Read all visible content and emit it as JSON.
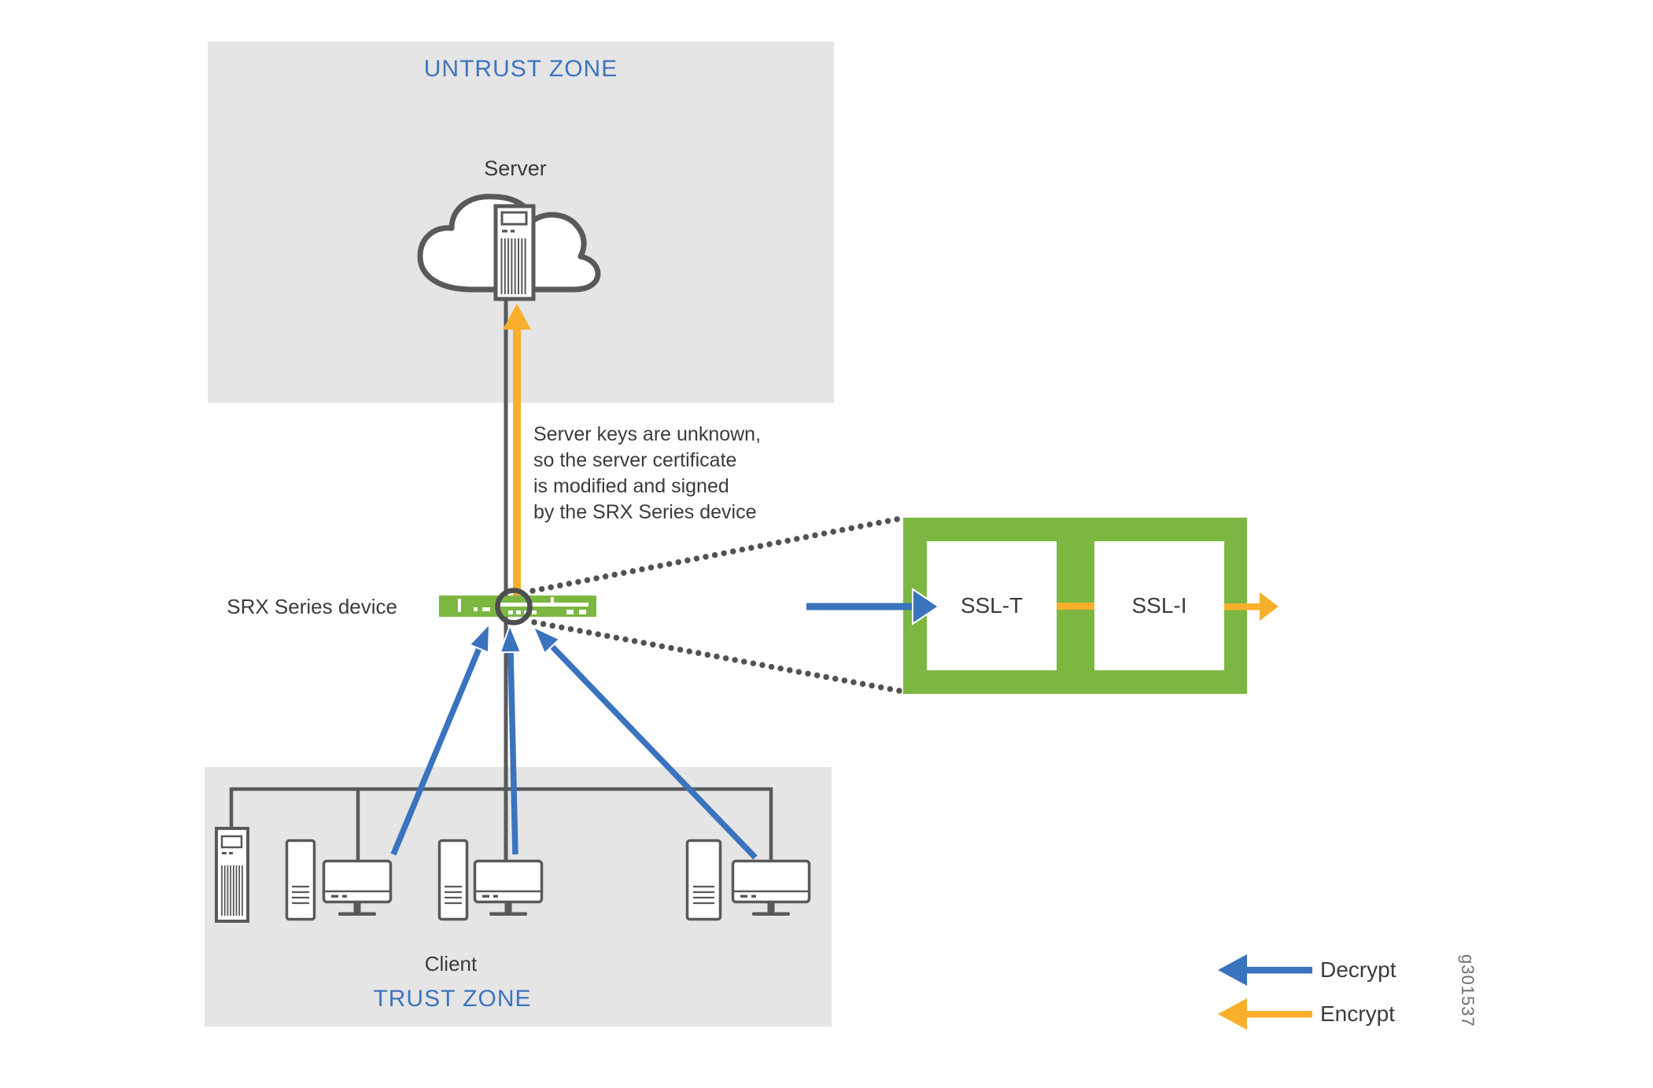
{
  "diagram": {
    "untrust_zone": {
      "label": "UNTRUST ZONE",
      "server_label": "Server"
    },
    "annotation": {
      "text": "Server keys are unknown,\nso the server certificate\nis modified and signed\nby the SRX Series device"
    },
    "srx": {
      "label": "SRX Series device"
    },
    "ssl_pipeline": {
      "stages": [
        {
          "label": "SSL-T"
        },
        {
          "label": "SSL-I"
        }
      ]
    },
    "trust_zone": {
      "label": "TRUST ZONE",
      "client_label": "Client"
    },
    "legend": {
      "decrypt_label": "Decrypt",
      "encrypt_label": "Encrypt"
    },
    "figure_id": "g301537",
    "colors": {
      "decrypt_blue": "#3A73BE",
      "encrypt_orange": "#F9AF2B",
      "device_green": "#7CB742",
      "zone_gray": "#E5E5E5",
      "line_gray": "#58595B",
      "zone_label_blue": "#3D74BE",
      "text_dark": "#3B3B3B",
      "figure_id_gray": "#6E6F72"
    }
  }
}
